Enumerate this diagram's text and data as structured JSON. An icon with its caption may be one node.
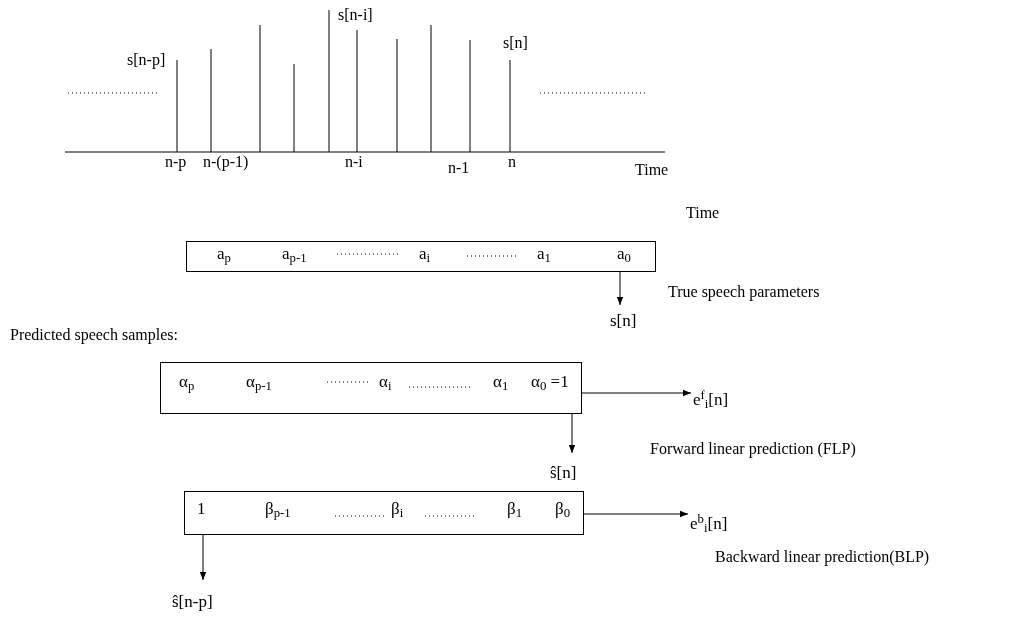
{
  "diagram": {
    "nodes": [
      {
        "text": [
          "a$_{p}$",
          "a$_{p-1}$",
          "a$_{i}$",
          "a$_{1}$",
          "a$_{0}$"
        ]
      },
      {
        "text": [
          "s[n]"
        ]
      },
      {
        "text": [
          "α$_{p}$",
          "α$_{p-1}$",
          "α$_{i}$",
          "α$_{1}$",
          "α$_{0}$ =1"
        ]
      },
      {
        "text": [
          "e$^{f}$$_{i}$[n]"
        ]
      },
      {
        "text": [
          "ŝ[n]"
        ]
      },
      {
        "text": [
          "1",
          "β$_{p-1}$",
          "β$_{i}$",
          "β$_{1}$",
          "β$_{0}$"
        ]
      },
      {
        "text": [
          "e$^{b}$$_{i}$[n]"
        ]
      },
      {
        "text": [
          "ŝ[n-p]"
        ]
      }
    ],
    "edges": [
      {
        "from": 0,
        "to": 1,
        "arrow": "to"
      },
      {
        "from": 2,
        "to": 3,
        "arrow": "to"
      },
      {
        "from": 2,
        "to": 4,
        "arrow": "to"
      },
      {
        "from": 5,
        "to": 6,
        "arrow": "to"
      },
      {
        "from": 5,
        "to": 7,
        "arrow": "to"
      }
    ],
    "labels": [
      "s[n-i]",
      "s[n-p]",
      "s[n]",
      "n-p",
      "n-(p-1)",
      "n-i",
      "n-1",
      "n",
      "Time",
      "Time",
      "True speech parameters",
      "Predicted speech samples:",
      "Forward linear prediction (FLP)",
      "Backward linear prediction(BLP)"
    ]
  }
}
